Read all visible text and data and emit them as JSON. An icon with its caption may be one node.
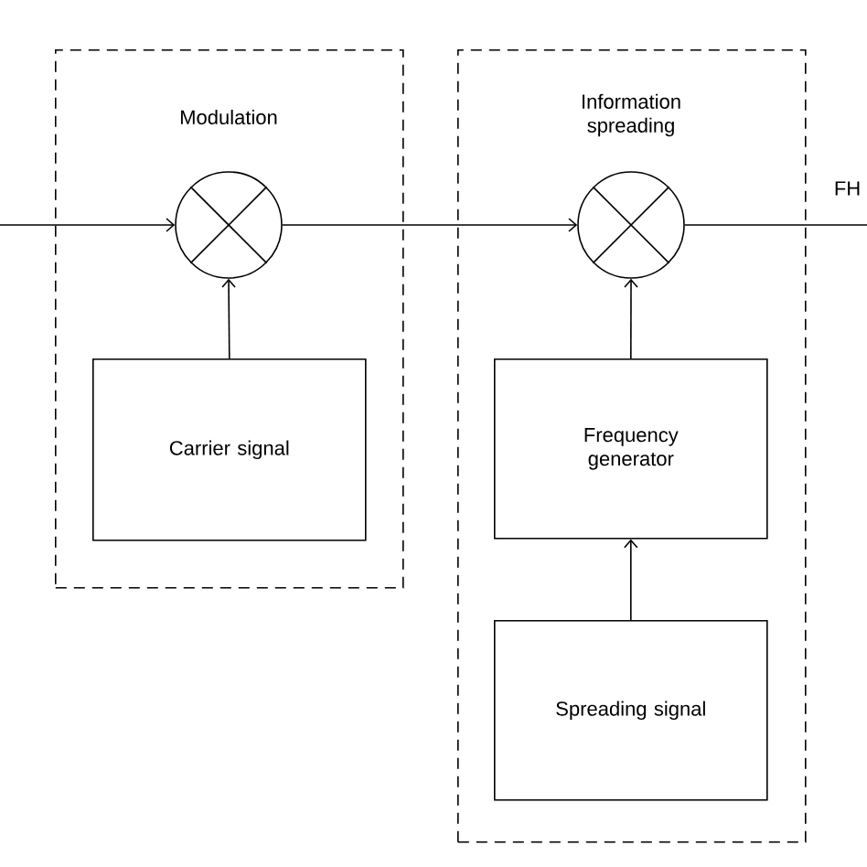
{
  "diagram": {
    "nodes": [
      {
        "text": [
          "Modulation"
        ]
      },
      {
        "text": [],
        "shape": "circle",
        "in": 0
      },
      {
        "text": [
          "Carrier signal"
        ],
        "in": 0
      },
      {
        "text": [
          "Information spreading"
        ]
      },
      {
        "text": [],
        "shape": "circle",
        "in": 3
      },
      {
        "text": [
          "Frequency generator"
        ],
        "in": 3
      },
      {
        "text": [
          "Spreading signal"
        ],
        "in": 3
      }
    ],
    "edges": [
      {
        "from": null,
        "to": 1,
        "arrow": "to"
      },
      {
        "from": 1,
        "to": 4,
        "arrow": "to"
      },
      {
        "from": 2,
        "to": 1,
        "arrow": "to"
      },
      {
        "from": 5,
        "to": 4,
        "arrow": "to"
      },
      {
        "from": 6,
        "to": 5,
        "arrow": "to"
      },
      {
        "from": 4,
        "to": null,
        "arrow": "none"
      }
    ],
    "labels": [
      "FH"
    ]
  }
}
